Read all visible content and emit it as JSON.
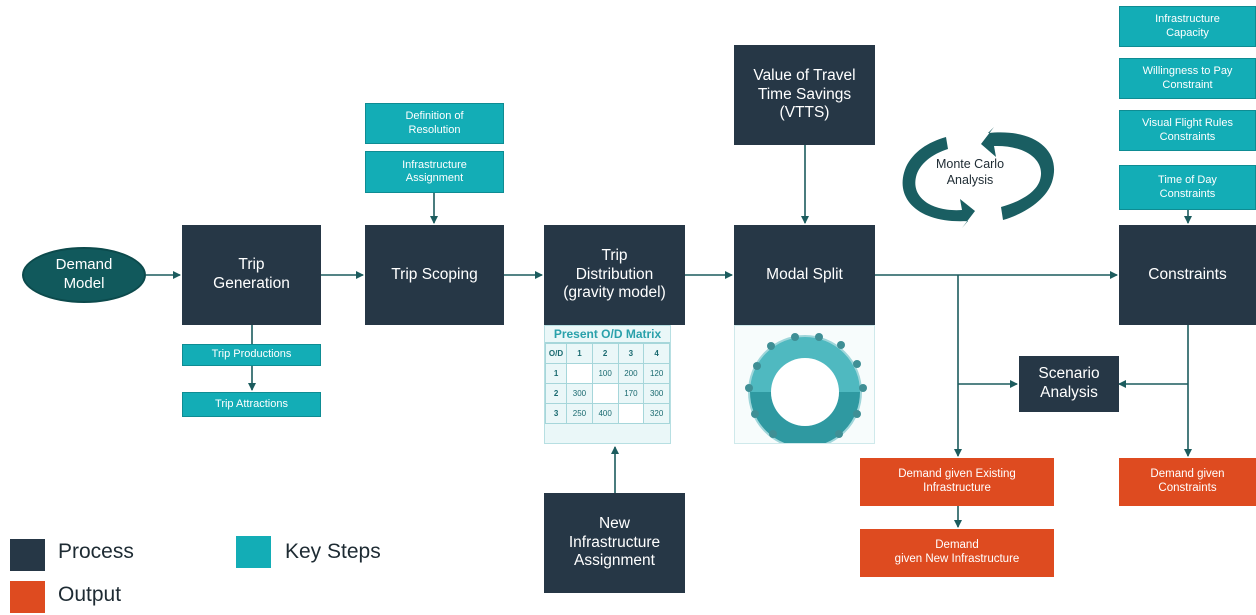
{
  "demand_model": "Demand\nModel",
  "process": {
    "trip_generation": "Trip\nGeneration",
    "trip_scoping": "Trip Scoping",
    "trip_distribution": "Trip\nDistribution\n(gravity model)",
    "modal_split": "Modal Split",
    "constraints": "Constraints",
    "vtts": "Value of Travel\nTime Savings\n(VTTS)",
    "scenario": "Scenario\nAnalysis",
    "new_infra": "New\nInfrastructure\nAssignment"
  },
  "key_steps": {
    "definition": "Definition of\nResolution",
    "infra_assign": "Infrastructure\nAssignment",
    "trip_productions": "Trip Productions",
    "trip_attractions": "Trip Attractions",
    "infra_capacity": "Infrastructure\nCapacity",
    "willingness": "Willingness to Pay\nConstraint",
    "vfr": "Visual Flight Rules\nConstraints",
    "tod": "Time of Day\nConstraints"
  },
  "outputs": {
    "existing": "Demand given Existing\nInfrastructure",
    "new_infra": "Demand\ngiven New Infrastructure",
    "constraints": "Demand given\nConstraints"
  },
  "monte_carlo": "Monte Carlo\nAnalysis",
  "od_matrix": {
    "title": "Present O/D Matrix",
    "corner_d": "D",
    "corner_o": "O",
    "cols": [
      "1",
      "2",
      "3",
      "4"
    ],
    "rows": [
      {
        "o": "1",
        "cells": [
          "",
          "100",
          "200",
          "120"
        ]
      },
      {
        "o": "2",
        "cells": [
          "300",
          "",
          "170",
          "300"
        ]
      },
      {
        "o": "3",
        "cells": [
          "250",
          "400",
          "",
          "320"
        ]
      }
    ]
  },
  "legend": {
    "process": "Process",
    "key_steps": "Key Steps",
    "output": "Output"
  },
  "colors": {
    "process": "#263746",
    "key_steps": "#13adb6",
    "output": "#de4b20",
    "oval": "#11595c",
    "arrow": "#1c5c5e"
  }
}
